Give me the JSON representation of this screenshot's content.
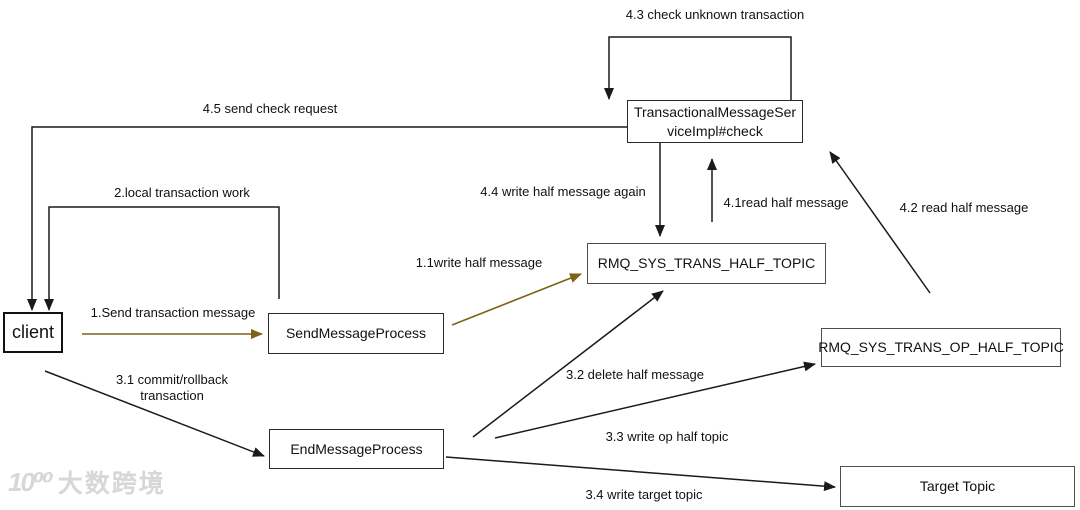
{
  "nodes": {
    "client": {
      "label": "client"
    },
    "send_message_process": {
      "label": "SendMessageProcess"
    },
    "end_message_process": {
      "label": "EndMessageProcess"
    },
    "tms_check": {
      "label": "TransactionalMessageServiceImpl#check"
    },
    "half_topic": {
      "label": "RMQ_SYS_TRANS_HALF_TOPIC"
    },
    "op_half_topic": {
      "label": "RMQ_SYS_TRANS_OP_HALF_TOPIC"
    },
    "target_topic": {
      "label": "Target Topic"
    }
  },
  "edge_labels": {
    "e1": "1.Send transaction message",
    "e11": "1.1write half message",
    "e2": "2.local transaction work",
    "e31": "3.1 commit/rollback transaction",
    "e32": "3.2 delete half message",
    "e33": "3.3 write op half topic",
    "e34": "3.4 write target topic",
    "e41": "4.1read half message",
    "e42": "4.2 read half message",
    "e43": "4.3 check unknown transaction",
    "e44": "4.4 write half message again",
    "e45": "4.5 send check request"
  },
  "colors": {
    "line": "#1a1a1a",
    "highlight_arrow": "#7d6218",
    "box_border": "#4f4f4f",
    "watermark": "#d7d7d7"
  },
  "watermark": {
    "logo": "10⁰⁰",
    "text": "大数跨境"
  }
}
